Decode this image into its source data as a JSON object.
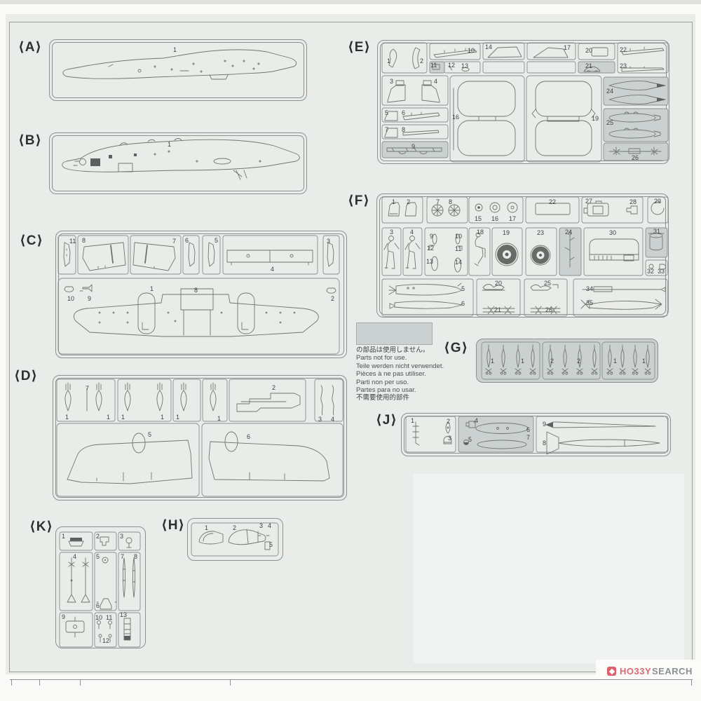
{
  "notes": {
    "ja": "の部品は使用しません。",
    "en": "Parts not for use.",
    "de": "Teile werden nicht verwendet.",
    "fr": "Pièces à ne pas utiliser.",
    "it": "Parti non per uso.",
    "es": "Partes para no usar.",
    "zh": "不需要使用的部件"
  },
  "logo": {
    "brand": "HO33Y",
    "brand2": "SEARCH"
  },
  "colors": {
    "page_bg": "#eaece9",
    "panel_line": "#8b918e",
    "art_line": "#70766f",
    "gray_fill": "#cbd1d0",
    "number_text": "#3f4442",
    "logo_red": "#dd6872",
    "logo_gray": "#8a9094"
  },
  "gray_highlighted_parts": {
    "E": [
      "11",
      "21",
      "9",
      "24",
      "25",
      "26"
    ],
    "F": [
      "24",
      "31"
    ],
    "G": [
      "all"
    ],
    "J": [
      "4",
      "5",
      "6",
      "7"
    ]
  },
  "sprues": {
    "A": {
      "letter": "A",
      "parts": [
        "1"
      ]
    },
    "B": {
      "letter": "B",
      "parts": [
        "1"
      ]
    },
    "C": {
      "letter": "C",
      "top": [
        "11",
        "8",
        "7",
        "6",
        "5",
        "4",
        "3"
      ],
      "bottom": [
        "10",
        "9",
        "1",
        "8",
        "2"
      ]
    },
    "D": {
      "letter": "D",
      "top": [
        "1",
        "7",
        "1",
        "1",
        "1",
        "1",
        "1",
        "2",
        "3",
        "4"
      ],
      "bottom": [
        "5",
        "6"
      ]
    },
    "E": {
      "letter": "E",
      "parts": [
        "1",
        "2",
        "10",
        "11",
        "12",
        "13",
        "14",
        "17",
        "20",
        "21",
        "22",
        "23",
        "3",
        "4",
        "5",
        "6",
        "7",
        "8",
        "9",
        "16",
        "19",
        "24",
        "25",
        "26"
      ]
    },
    "F": {
      "letter": "F",
      "parts": [
        "1",
        "2",
        "7",
        "8",
        "15",
        "16",
        "17",
        "22",
        "27",
        "28",
        "29",
        "3",
        "4",
        "9",
        "10",
        "12",
        "11",
        "13",
        "14",
        "18",
        "19",
        "23",
        "24",
        "30",
        "31",
        "32",
        "33",
        "5",
        "6",
        "20",
        "21",
        "25",
        "26",
        "34",
        "35"
      ]
    },
    "G": {
      "letter": "G",
      "parts": [
        "1",
        "1",
        "2",
        "2",
        "1",
        "1"
      ]
    },
    "J": {
      "letter": "J",
      "parts": [
        "1",
        "2",
        "3",
        "4",
        "6",
        "5",
        "7",
        "9",
        "8"
      ]
    },
    "K": {
      "letter": "K",
      "parts": [
        "1",
        "2",
        "3",
        "4",
        "5",
        "6",
        "7",
        "8",
        "9",
        "10",
        "11",
        "12",
        "13"
      ]
    },
    "H": {
      "letter": "H",
      "parts": [
        "1",
        "2",
        "3",
        "4",
        "5"
      ]
    }
  }
}
